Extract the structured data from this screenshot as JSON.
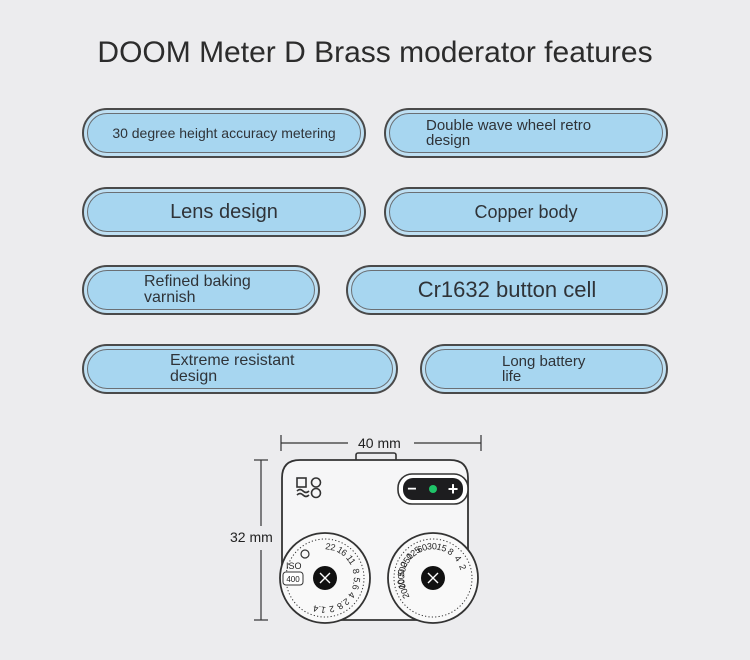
{
  "title": "DOOM Meter D Brass moderator features",
  "features": [
    {
      "label": "30 degree height accuracy metering"
    },
    {
      "label": "Double wave wheel retro design"
    },
    {
      "label": "Lens design"
    },
    {
      "label": "Copper body"
    },
    {
      "label": "Refined baking varnish"
    },
    {
      "label": "Cr1632 button cell"
    },
    {
      "label": "Extreme resistant design"
    },
    {
      "label": "Long battery life"
    }
  ],
  "diagram": {
    "width_label": "40 mm",
    "height_label": "32 mm",
    "iso_label": "ISO",
    "iso_value": "400",
    "aperture_marks": [
      "22",
      "16",
      "11",
      "8",
      "5.6",
      "4",
      "2.8",
      "2",
      "1.4"
    ],
    "shutter_marks": [
      "2",
      "4",
      "8",
      "15",
      "30",
      "60",
      "125",
      "250",
      "500",
      "1000",
      "2000"
    ],
    "minus_symbol": "−",
    "plus_symbol": "+"
  }
}
